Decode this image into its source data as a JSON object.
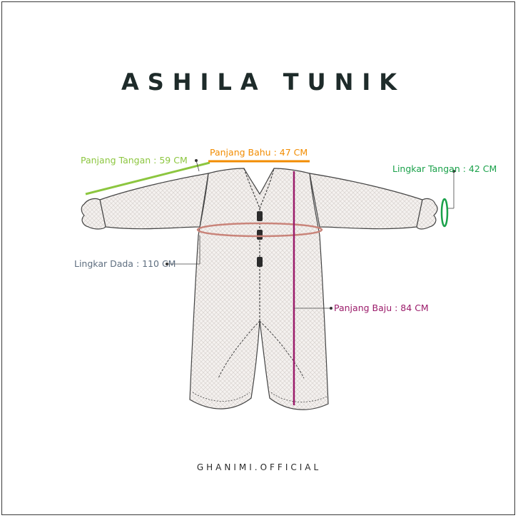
{
  "title": "ASHILA TUNIK",
  "brand": "GHANIMI.OFFICIAL",
  "colors": {
    "sleeve_length": "#8cc63f",
    "shoulder": "#f28c00",
    "cuff": "#1aa14a",
    "chest": "#c9847a",
    "length": "#9b1b6a",
    "chest_label": "#5f6f80",
    "outline": "#444444"
  },
  "measurements": {
    "sleeve_length": "Panjang Tangan : 59 CM",
    "shoulder": "Panjang Bahu : 47 CM",
    "cuff": "Lingkar Tangan  : 42 CM",
    "chest": "Lingkar Dada : 110 CM",
    "length": "Panjang Baju : 84 CM"
  }
}
